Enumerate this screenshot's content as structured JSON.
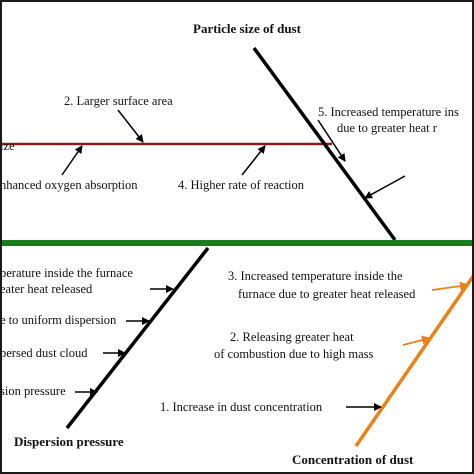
{
  "top": {
    "title": "Particle size of dust",
    "labels": {
      "l2": "2. Larger surface area",
      "l5a": "5. Increased temperature ins",
      "l5b": "due to greater heat r",
      "lsize": "ize",
      "l3": "nhanced oxygen absorption",
      "l4": "4. Higher rate of reaction"
    }
  },
  "bottom_left": {
    "title": "Dispersion pressure",
    "labels": {
      "a1": "perature inside the furnace",
      "a2": "eater heat released",
      "b": "e to uniform dispersion",
      "c": "persed dust cloud",
      "d": "sion pressure"
    }
  },
  "bottom_right": {
    "title": "Concentration of dust",
    "labels": {
      "r3a": "3. Increased temperature inside the",
      "r3b": "furnace due to greater heat released",
      "r2a": "2. Releasing greater heat",
      "r2b": "of combustion due to high mass",
      "r1": "1. Increase in dust concentration"
    }
  },
  "colors": {
    "spine_top": "#8b1a1a",
    "divider": "#1e7a1e",
    "orange_line": "#e8821a",
    "black": "#000000"
  }
}
